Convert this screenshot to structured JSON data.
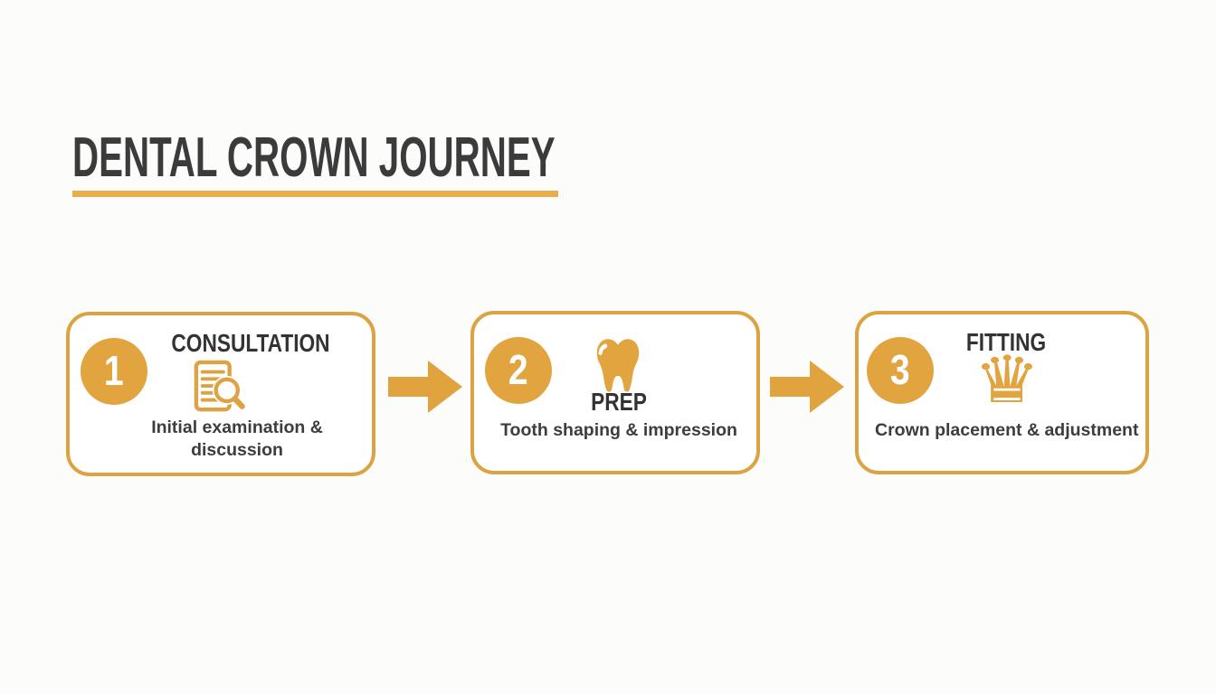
{
  "header": {
    "title": "DENTAL CROWN JOURNEY"
  },
  "colors": {
    "accent": "#E2A43F",
    "card_border": "#DCA342",
    "underline": "#E9AD4B",
    "heading_text": "#3B3B3B",
    "body_text": "#3D3D3D",
    "card_background": "#FFFFFF",
    "page_background": "#FCFCFB",
    "number_text": "#FFFFFF"
  },
  "steps": [
    {
      "number": "1",
      "title": "CONSULTATION",
      "description": "Initial examination & discussion",
      "icon": "document-search-icon"
    },
    {
      "number": "2",
      "title": "PREP",
      "description": "Tooth shaping & impression",
      "icon": "tooth-icon"
    },
    {
      "number": "3",
      "title": "FITTING",
      "description": "Crown placement & adjustment",
      "icon": "crown-icon",
      "icon_glyph": "♛"
    }
  ],
  "connectors": [
    {
      "icon": "arrow-right-icon"
    },
    {
      "icon": "arrow-right-icon"
    }
  ]
}
